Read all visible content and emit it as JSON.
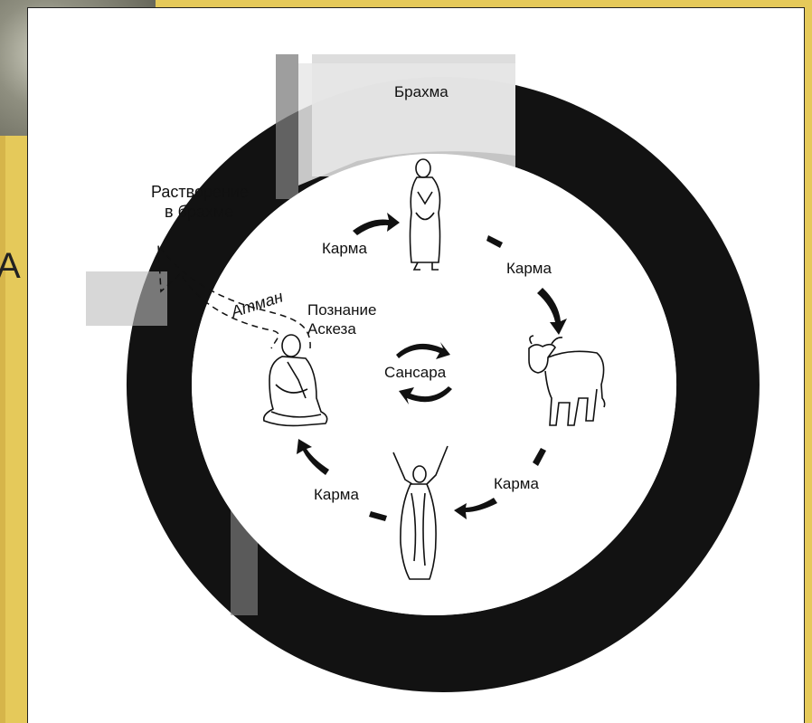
{
  "labels": {
    "brahma": "Брахма",
    "dissolution_line1": "Растворение",
    "dissolution_line2": "в брахме",
    "atman": "Атман",
    "knowledge": "Познание",
    "asceticism": "Аскеза",
    "samsara": "Сансара",
    "karma_top_left": "Карма",
    "karma_top_right": "Карма",
    "karma_bottom_right": "Карма",
    "karma_bottom_left": "Карма"
  },
  "background_letter": "А",
  "colors": {
    "slide_background": "#e5c95a",
    "ring": "#111111",
    "paper": "#ffffff"
  }
}
